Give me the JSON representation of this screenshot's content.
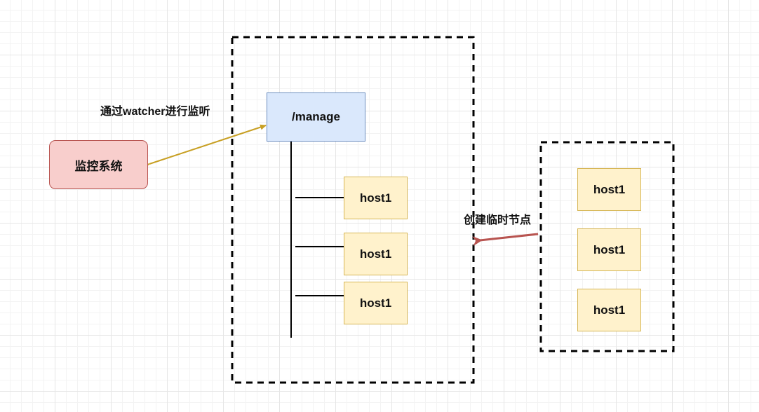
{
  "nodes": {
    "manage": "/manage",
    "monitor": "监控系统",
    "left_hosts": [
      "host1",
      "host1",
      "host1"
    ],
    "right_hosts": [
      "host1",
      "host1",
      "host1"
    ]
  },
  "labels": {
    "watch": "通过watcher进行监听",
    "create": "创建临时节点"
  },
  "colors": {
    "manage_fill": "#dae8fc",
    "manage_stroke": "#6c8ebf",
    "monitor_fill": "#f8cecc",
    "monitor_stroke": "#b85450",
    "host_fill": "#fff2cc",
    "host_stroke": "#d6b656",
    "watch_arrow": "#c8a024",
    "create_arrow": "#b85450"
  }
}
